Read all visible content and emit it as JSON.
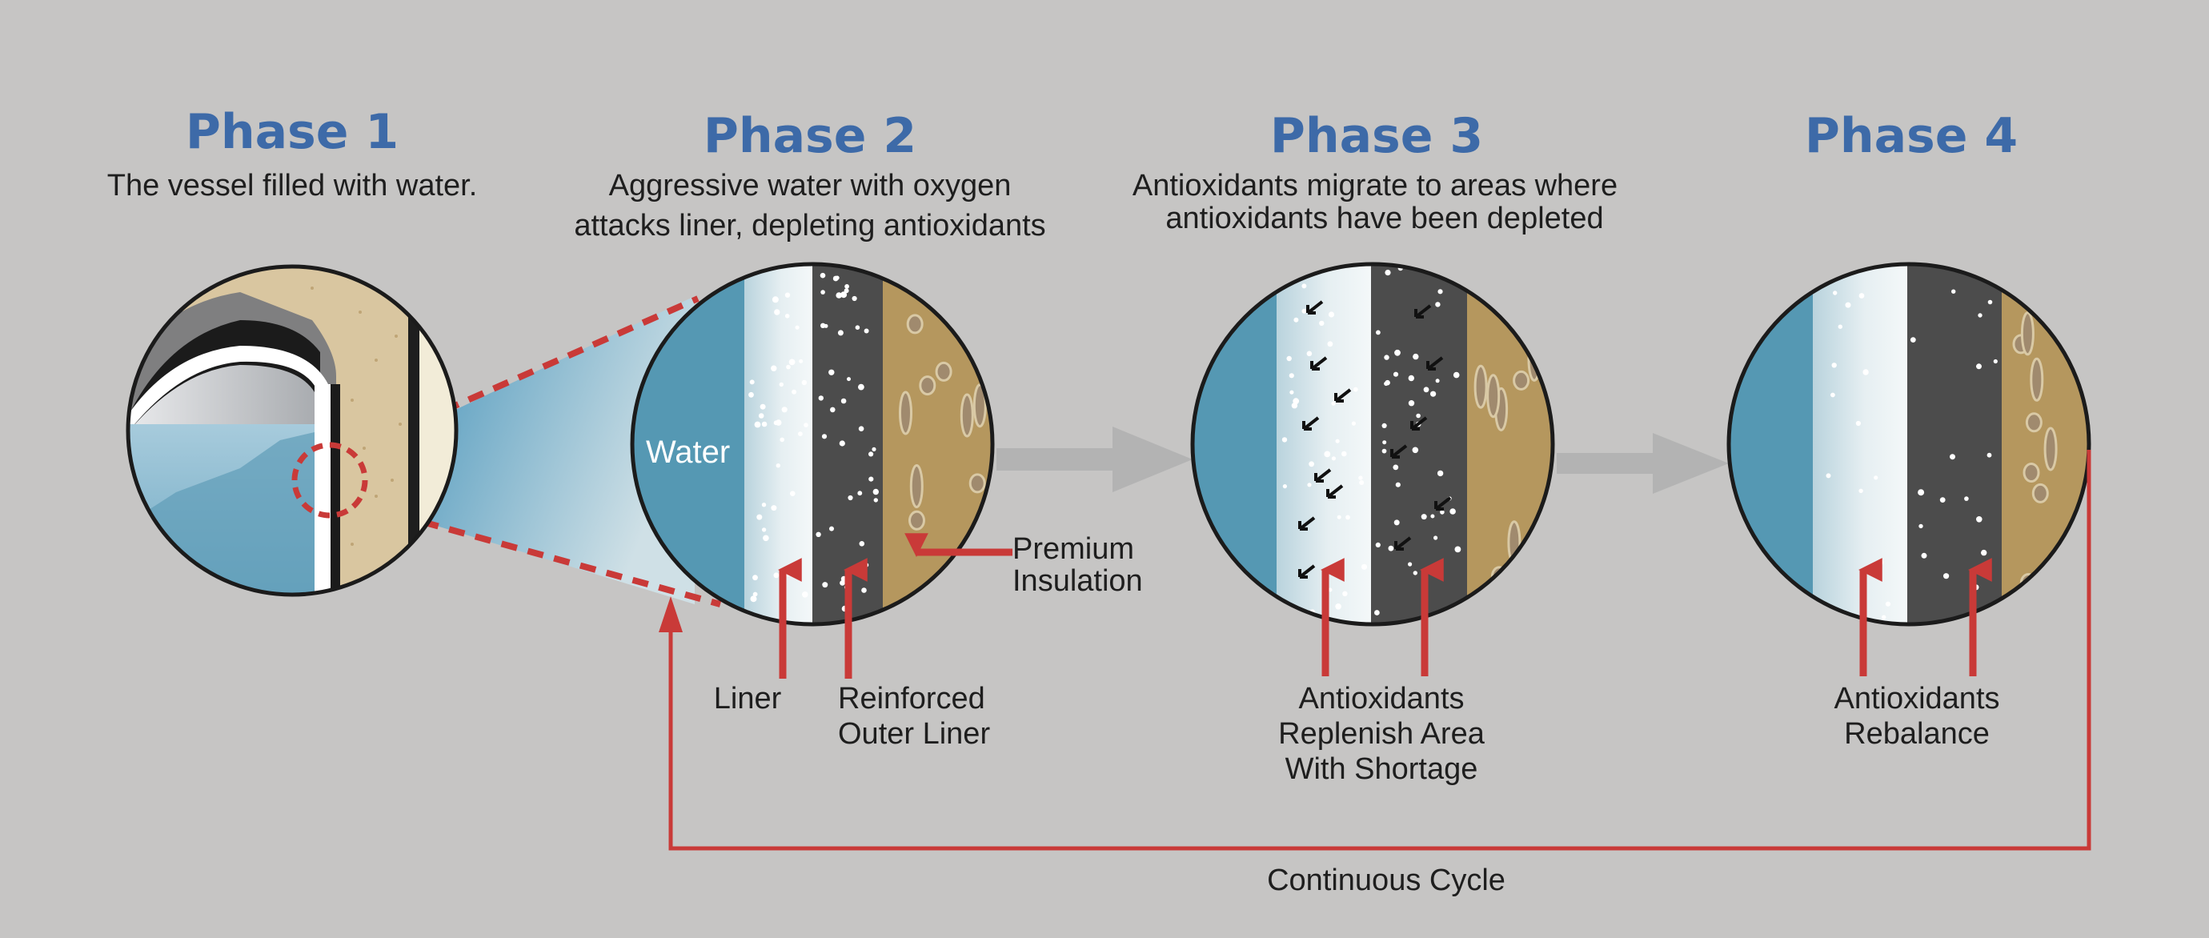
{
  "phases": [
    {
      "title": "Phase 1",
      "subtitle_lines": [
        "The vessel filled with water."
      ]
    },
    {
      "title": "Phase 2",
      "subtitle_lines": [
        "Aggressive water with oxygen",
        "attacks liner, depleting antioxidants"
      ]
    },
    {
      "title": "Phase 3",
      "subtitle_lines": [
        "Antioxidants migrate to areas where",
        "antioxidants have been depleted"
      ]
    },
    {
      "title": "Phase 4",
      "subtitle_lines": []
    }
  ],
  "labels": {
    "water": "Water",
    "premium_insulation": [
      "Premium",
      "Insulation"
    ],
    "liner": "Liner",
    "reinforced_outer_liner": [
      "Reinforced",
      "Outer Liner"
    ],
    "replenish": [
      "Antioxidants",
      "Replenish Area",
      "With Shortage"
    ],
    "rebalance": [
      "Antioxidants",
      "Rebalance"
    ],
    "cycle": "Continuous Cycle"
  },
  "colors": {
    "background": "#c6c5c4",
    "title": "#3d6aa8",
    "arrow_red": "#c93a38",
    "water": "#5598b3",
    "liner": "#d3e4ea",
    "outer_liner": "#4c4c4c",
    "insulation": "#b5975e",
    "flow_arrow": "#b3b3b3"
  },
  "icons": [
    "magnifier-callout",
    "flow-arrow",
    "migration-arrow"
  ]
}
